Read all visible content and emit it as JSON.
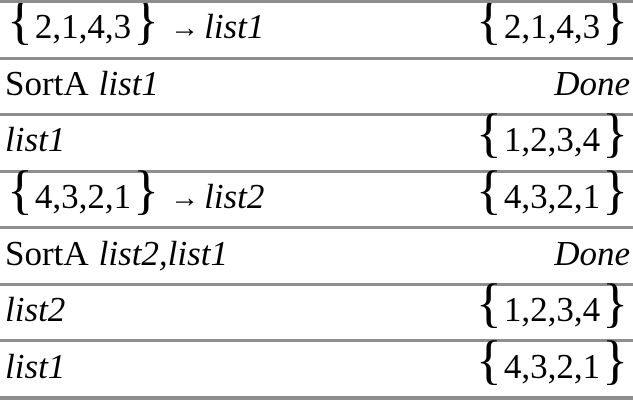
{
  "colors": {
    "separator": "#8e8e8e",
    "text": "#000000",
    "background": "#ffffff"
  },
  "history": {
    "rows": [
      {
        "input": [
          {
            "style": "brace",
            "text": "{",
            "name": "open-brace-glyph"
          },
          {
            "style": "plain",
            "text": "2,1,4,3",
            "name": "list-values-text"
          },
          {
            "style": "brace",
            "text": "}",
            "name": "close-brace-glyph"
          },
          {
            "style": "arrow",
            "text": "→",
            "name": "store-arrow-icon"
          },
          {
            "style": "italic",
            "text": "list1",
            "name": "variable-text"
          }
        ],
        "output": [
          {
            "style": "brace",
            "text": "{",
            "name": "open-brace-glyph"
          },
          {
            "style": "plain",
            "text": "2,1,4,3",
            "name": "list-values-text"
          },
          {
            "style": "brace",
            "text": "}",
            "name": "close-brace-glyph"
          }
        ]
      },
      {
        "input": [
          {
            "style": "cmd",
            "text": "SortA",
            "name": "command-text"
          },
          {
            "style": "italic",
            "text": "list1",
            "name": "variable-text"
          }
        ],
        "output": [
          {
            "style": "italic",
            "text": "Done",
            "name": "result-text"
          }
        ]
      },
      {
        "input": [
          {
            "style": "italic",
            "text": "list1",
            "name": "variable-text"
          }
        ],
        "output": [
          {
            "style": "brace",
            "text": "{",
            "name": "open-brace-glyph"
          },
          {
            "style": "plain",
            "text": "1,2,3,4",
            "name": "list-values-text"
          },
          {
            "style": "brace",
            "text": "}",
            "name": "close-brace-glyph"
          }
        ]
      },
      {
        "input": [
          {
            "style": "brace",
            "text": "{",
            "name": "open-brace-glyph"
          },
          {
            "style": "plain",
            "text": "4,3,2,1",
            "name": "list-values-text"
          },
          {
            "style": "brace",
            "text": "}",
            "name": "close-brace-glyph"
          },
          {
            "style": "arrow",
            "text": "→",
            "name": "store-arrow-icon"
          },
          {
            "style": "italic",
            "text": "list2",
            "name": "variable-text"
          }
        ],
        "output": [
          {
            "style": "brace",
            "text": "{",
            "name": "open-brace-glyph"
          },
          {
            "style": "plain",
            "text": "4,3,2,1",
            "name": "list-values-text"
          },
          {
            "style": "brace",
            "text": "}",
            "name": "close-brace-glyph"
          }
        ]
      },
      {
        "input": [
          {
            "style": "cmd",
            "text": "SortA",
            "name": "command-text"
          },
          {
            "style": "italic",
            "text": "list2,list1",
            "name": "variable-text"
          }
        ],
        "output": [
          {
            "style": "italic",
            "text": "Done",
            "name": "result-text"
          }
        ]
      },
      {
        "input": [
          {
            "style": "italic",
            "text": "list2",
            "name": "variable-text"
          }
        ],
        "output": [
          {
            "style": "brace",
            "text": "{",
            "name": "open-brace-glyph"
          },
          {
            "style": "plain",
            "text": "1,2,3,4",
            "name": "list-values-text"
          },
          {
            "style": "brace",
            "text": "}",
            "name": "close-brace-glyph"
          }
        ]
      },
      {
        "input": [
          {
            "style": "italic",
            "text": "list1",
            "name": "variable-text"
          }
        ],
        "output": [
          {
            "style": "brace",
            "text": "{",
            "name": "open-brace-glyph"
          },
          {
            "style": "plain",
            "text": "4,3,2,1",
            "name": "list-values-text"
          },
          {
            "style": "brace",
            "text": "}",
            "name": "close-brace-glyph"
          }
        ]
      }
    ]
  }
}
